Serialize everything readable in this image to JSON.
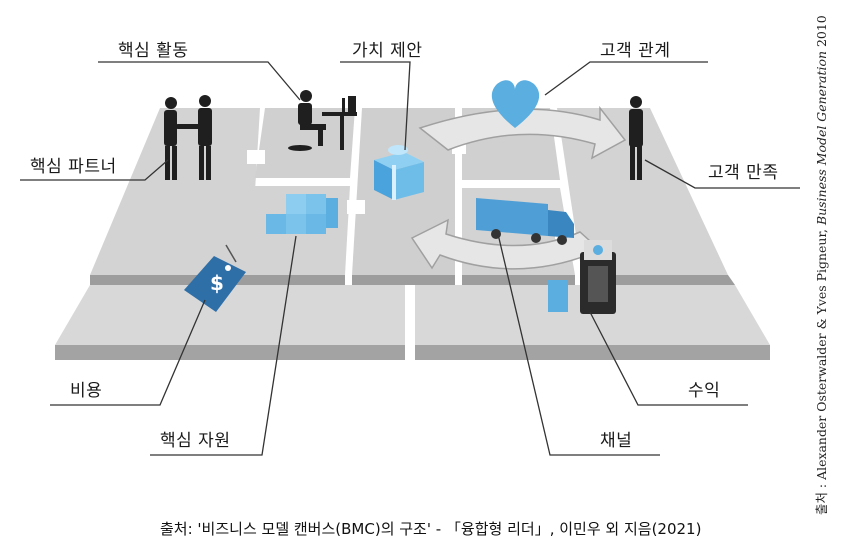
{
  "labels": {
    "key_activities": "핵심 활동",
    "value_proposition": "가치 제안",
    "customer_relationships": "고객 관계",
    "key_partners": "핵심 파트너",
    "customer_satisfaction": "고객 만족",
    "cost": "비용",
    "key_resources": "핵심 자원",
    "channels": "채널",
    "revenue": "수익"
  },
  "source_credit": {
    "prefix": "출처 : Alexander Osterwalder & Yves Pigneur, ",
    "title": "Business Model Generation",
    "year": " 2010"
  },
  "caption": "출처: '비즈니스 모델 캔버스(BMC)의 구조' - 「융합형 리더」, 이민우 외 지음(2021)",
  "colors": {
    "tile_top": "#d6d6d6",
    "tile_side": "#9a9a9a",
    "accent_blue": "#5aaee0",
    "dark_blue": "#2f6fa8",
    "silhouette": "#1f1f1f"
  }
}
